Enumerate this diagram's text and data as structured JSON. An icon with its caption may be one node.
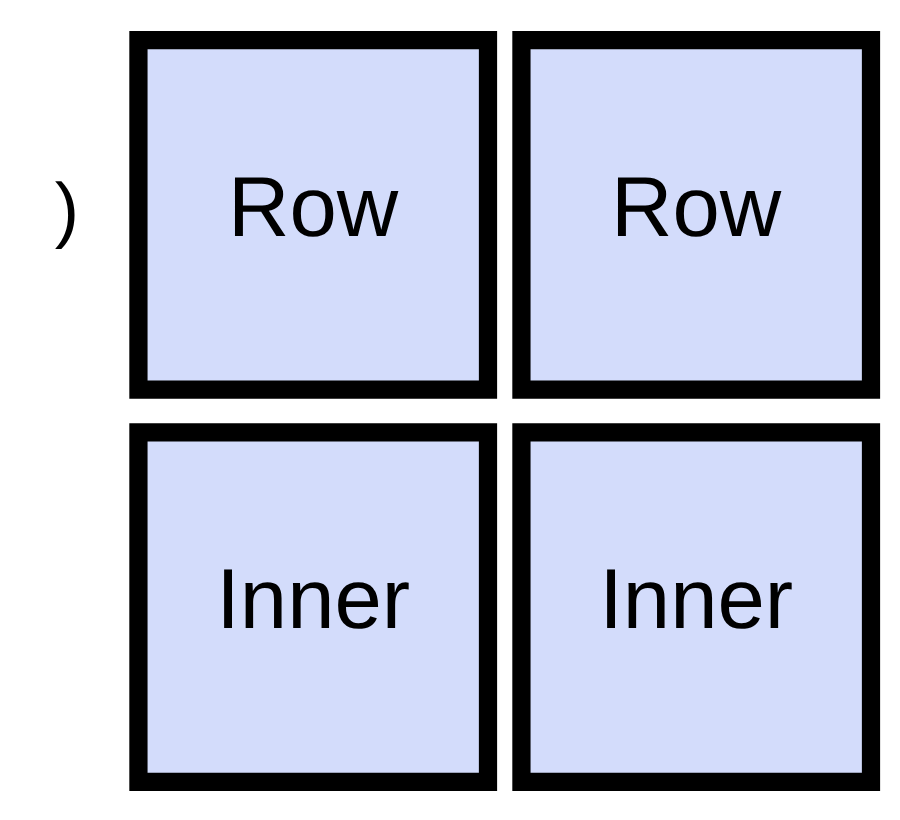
{
  "diagram": {
    "nodes": [
      {
        "text": [
          "Row"
        ]
      },
      {
        "text": [
          "Row"
        ]
      },
      {
        "text": [
          "Inner"
        ]
      },
      {
        "text": [
          "Inner"
        ]
      }
    ],
    "labels": [
      ")"
    ]
  }
}
